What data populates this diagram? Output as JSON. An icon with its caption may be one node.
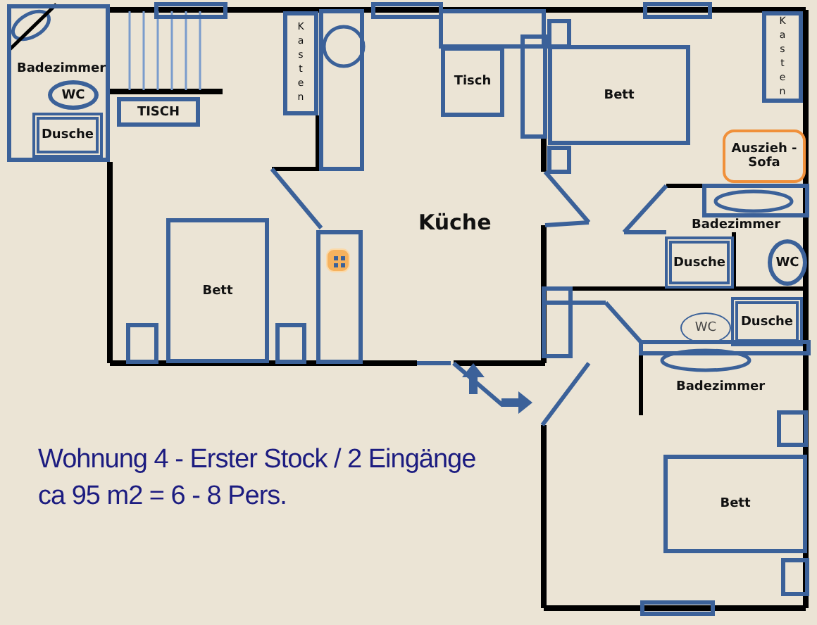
{
  "diagram": {
    "nodes": [
      {
        "text": [
          "Badezimmer"
        ]
      },
      {
        "text": [
          "WC"
        ],
        "in": 0
      },
      {
        "text": [
          "Dusche"
        ],
        "in": 0
      },
      {
        "text": [
          "TISCH"
        ]
      },
      {
        "text": [
          "Kasten"
        ]
      },
      {
        "text": [
          "Bett"
        ]
      },
      {
        "text": [
          "Tisch"
        ]
      },
      {
        "text": [
          "Bett"
        ]
      },
      {
        "text": [
          "Kasten"
        ]
      },
      {
        "text": [
          "Auszieh - Sofa"
        ]
      },
      {
        "text": [
          "Dusche"
        ]
      },
      {
        "text": [
          "WC"
        ]
      },
      {
        "text": [
          "WC"
        ]
      },
      {
        "text": [
          "Dusche"
        ]
      },
      {
        "text": [
          "Bett"
        ]
      }
    ],
    "labels": [
      "Küche",
      "Badezimmer",
      "Badezimmer",
      "Wohnung 4 - Erster Stock / 2 Eingänge",
      "ca 95 m2 = 6 - 8 Pers."
    ]
  }
}
